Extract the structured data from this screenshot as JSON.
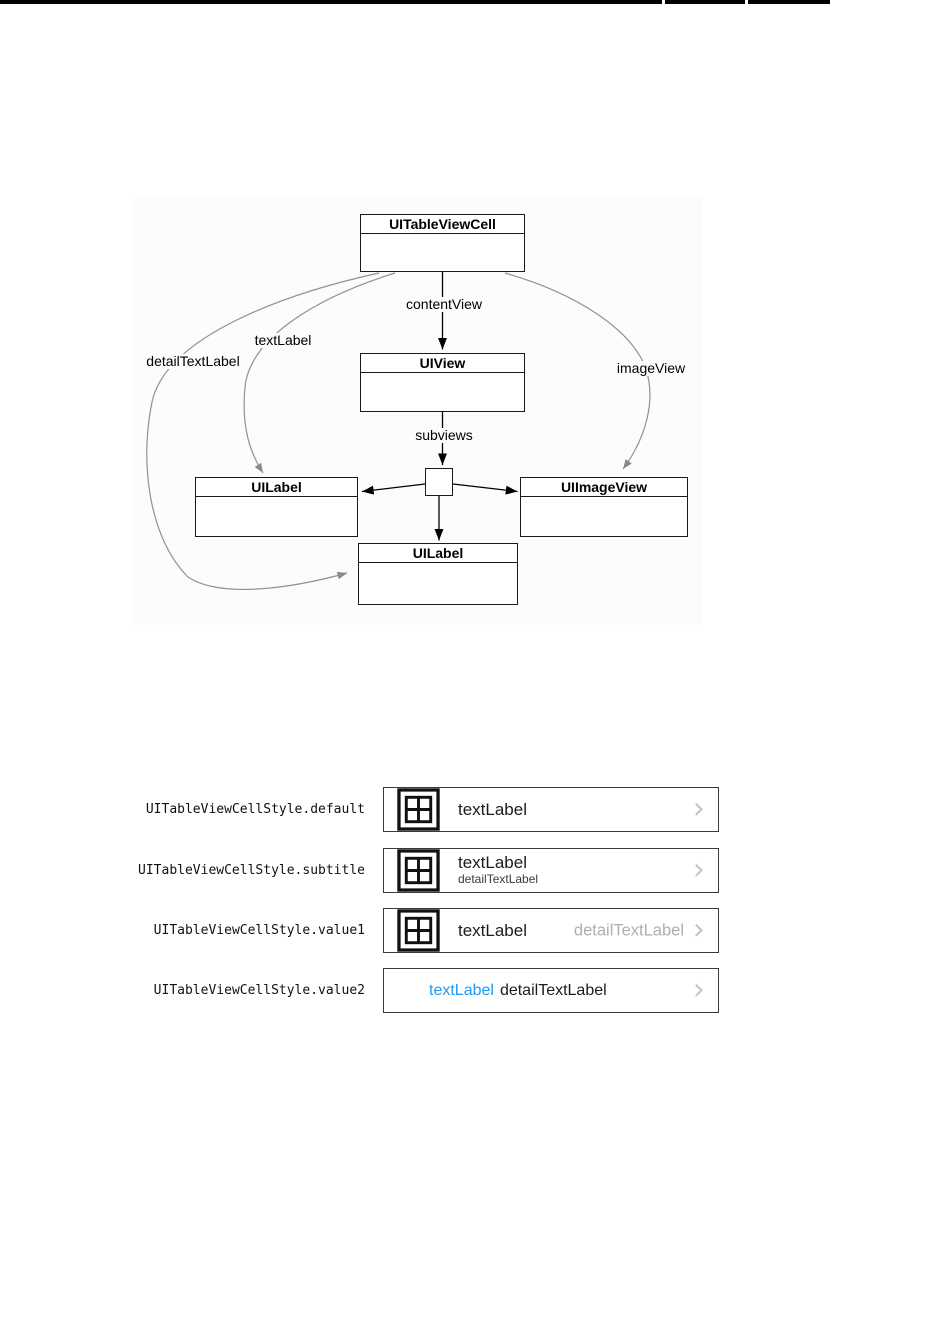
{
  "diagram": {
    "nodes": [
      {
        "title": "UITableViewCell"
      },
      {
        "title": "UIView"
      },
      {
        "title": "UILabel"
      },
      {
        "title": "UIImageView"
      },
      {
        "title": "UILabel"
      }
    ],
    "edge_labels": {
      "contentView": "contentView",
      "subviews": "subviews",
      "textLabel": "textLabel",
      "detailTextLabel": "detailTextLabel",
      "imageView": "imageView"
    }
  },
  "cell_styles": {
    "rows": [
      {
        "label": "UITableViewCellStyle.default",
        "textLabel": "textLabel"
      },
      {
        "label": "UITableViewCellStyle.subtitle",
        "textLabel": "textLabel",
        "detailTextLabel": "detailTextLabel"
      },
      {
        "label": "UITableViewCellStyle.value1",
        "textLabel": "textLabel",
        "detailTextLabel": "detailTextLabel"
      },
      {
        "label": "UITableViewCellStyle.value2",
        "textLabel": "textLabel",
        "detailTextLabel": "detailTextLabel"
      }
    ],
    "colors": {
      "value2_text_blue": "#1E9BF5",
      "value1_detail_gray": "#AEAEB3",
      "chevron_gray": "#C2C2C7"
    }
  }
}
